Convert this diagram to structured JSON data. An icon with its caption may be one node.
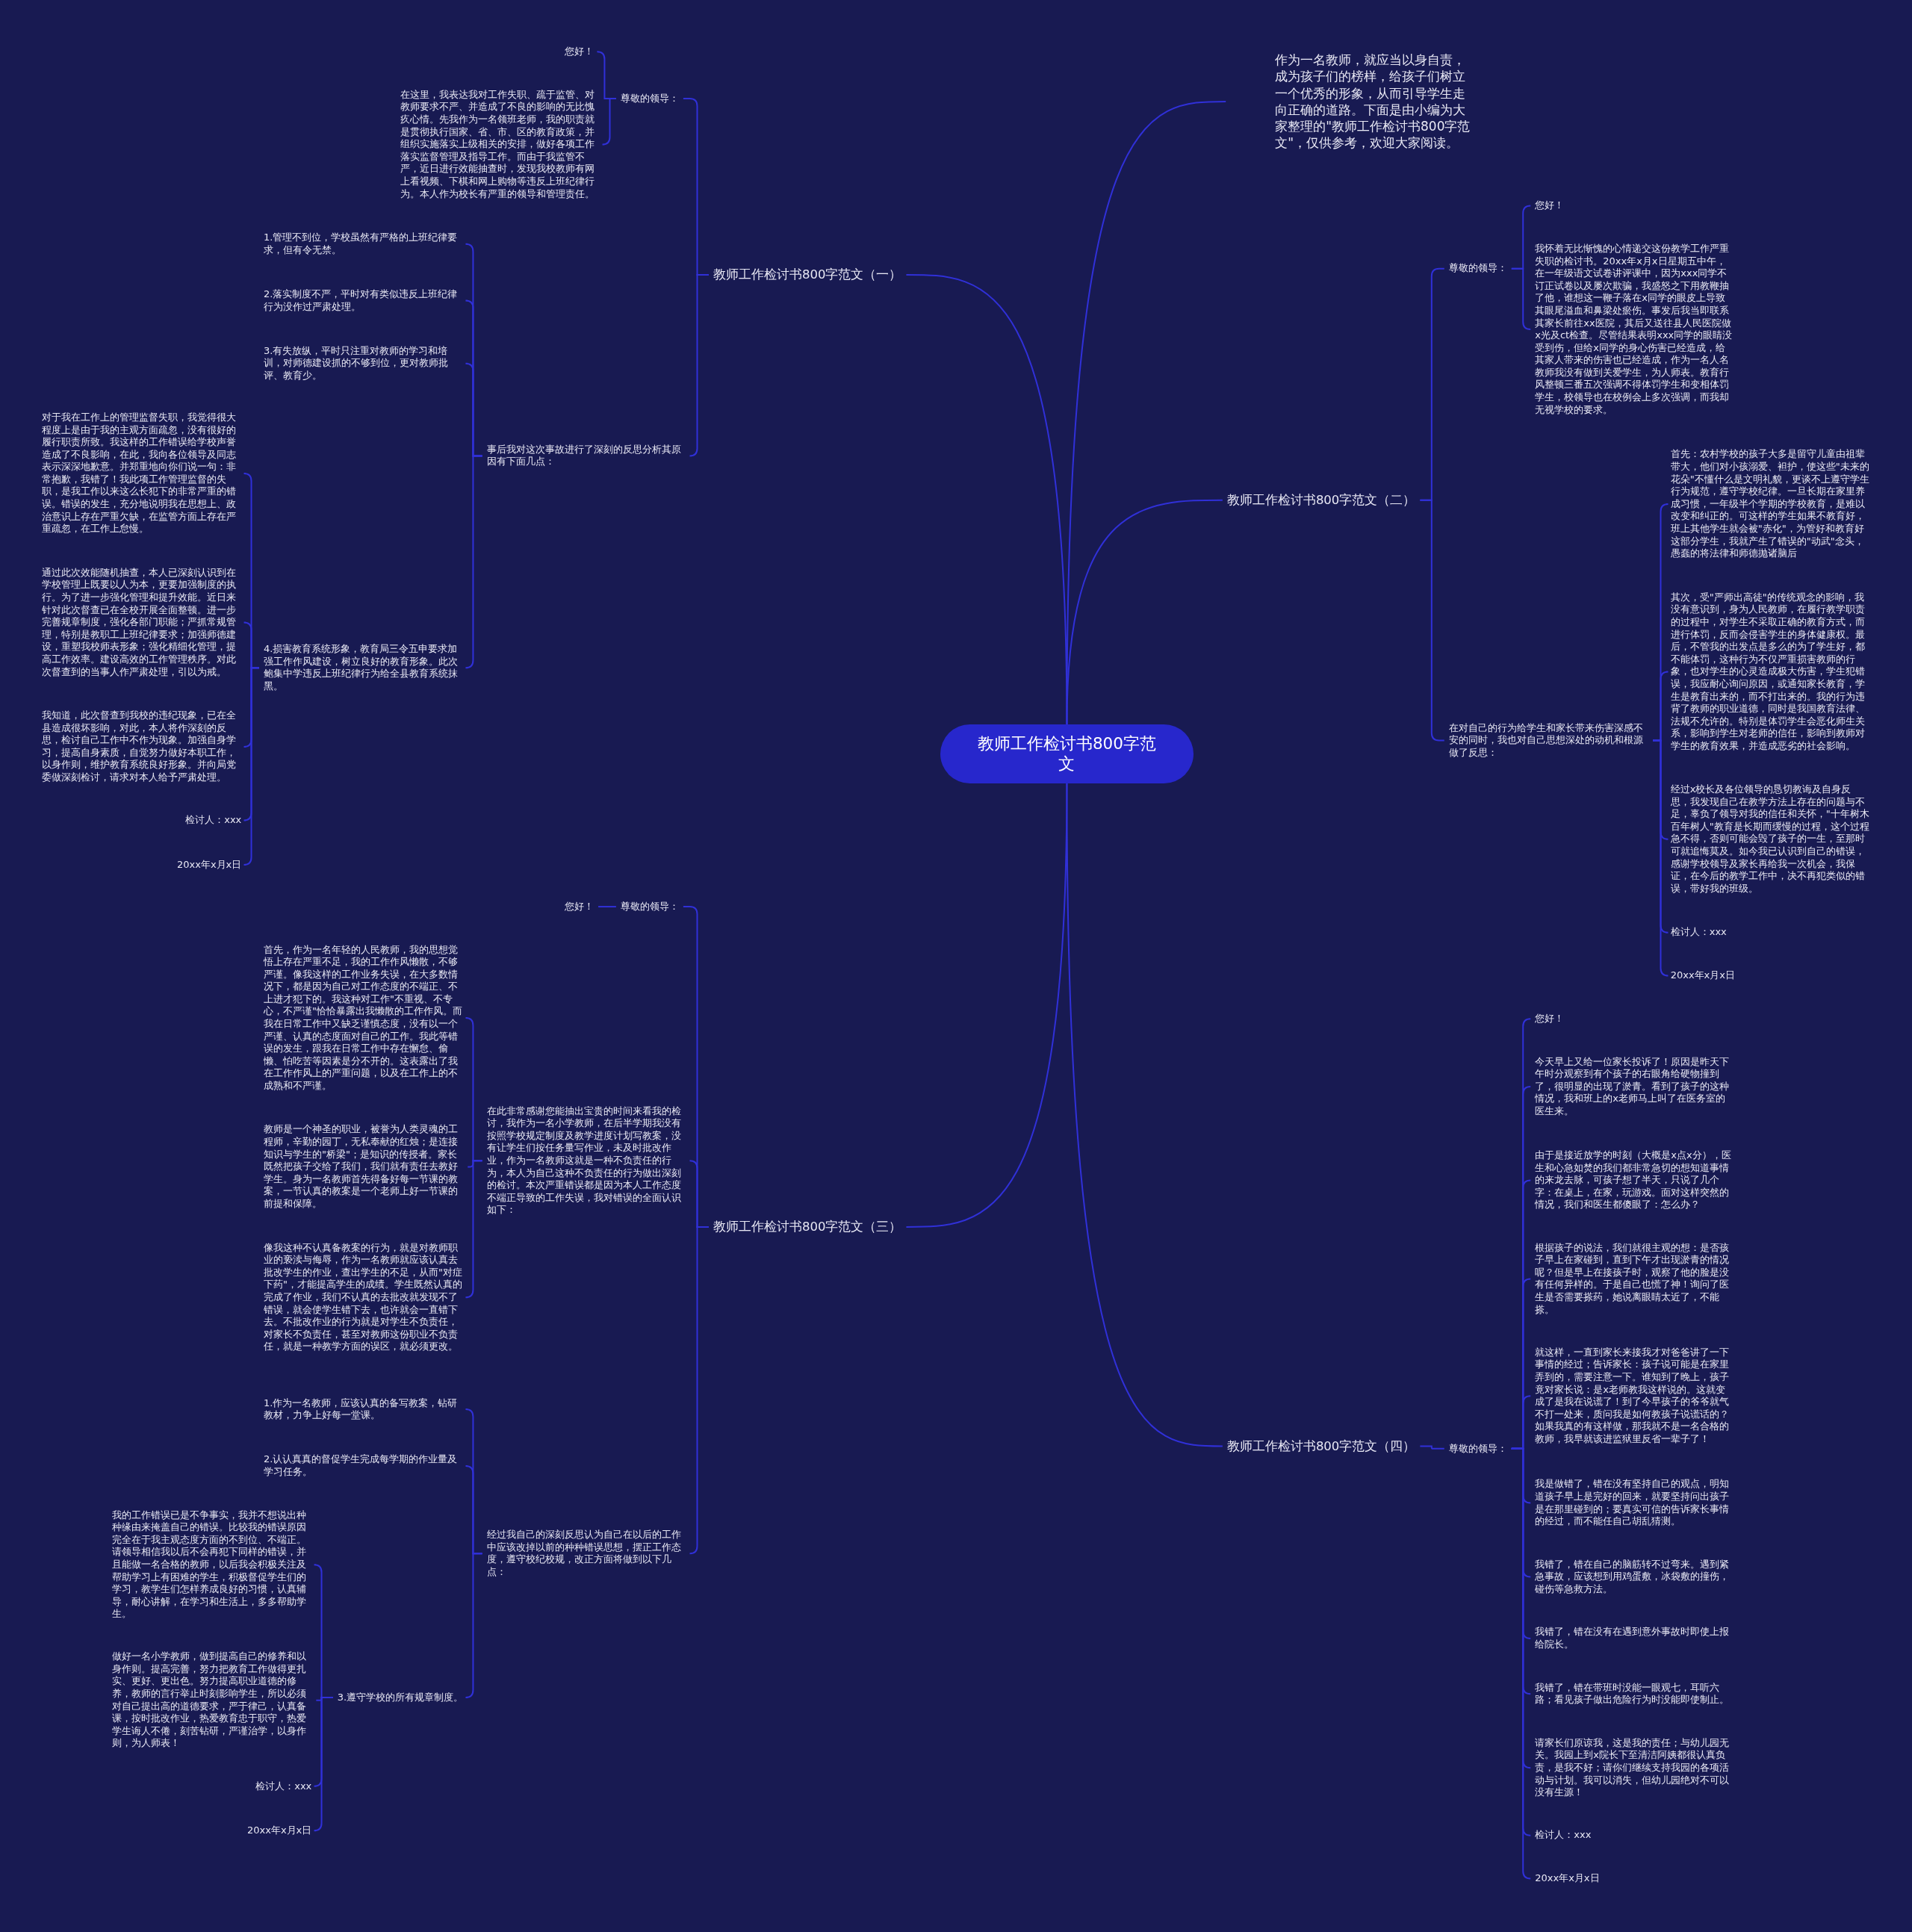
{
  "diagram": {
    "nodes": [
      {
        "text": [
          "教师工作检讨书800字范文"
        ]
      },
      {
        "text": [
          "作为一名教师，就应当以身自责，成为孩子们的榜样，给孩子们树立一个优秀的形象，从而引导学生走向正确的道路。下面是由小编为大家整理的\"教师工作检讨书800字范文\"，仅供参考，欢迎大家阅读。"
        ]
      },
      {
        "text": [
          "教师工作检讨书800字范文（一）"
        ]
      },
      {
        "text": [
          "尊敬的领导："
        ]
      },
      {
        "text": [
          "您好！"
        ]
      },
      {
        "text": [
          "在这里，我表达我对工作失职、疏于监管、对教师要求不严、并造成了不良的影响的无比愧疚心情。先我作为一名领班老师，我的职责就是贯彻执行国家、省、市、区的教育政策，并组织实施落实上级相关的安排，做好各项工作落实监督管理及指导工作。而由于我监管不严，近日进行效能抽查时，发现我校教师有网上看视频、下棋和网上购物等违反上班纪律行为。本人作为校长有严重的领导和管理责任。"
        ]
      },
      {
        "text": [
          "事后我对这次事故进行了深刻的反思分析其原因有下面几点："
        ]
      },
      {
        "text": [
          "1.管理不到位，学校虽然有严格的上班纪律要求，但有令无禁。"
        ]
      },
      {
        "text": [
          "2.落实制度不严，平时对有类似违反上班纪律行为没作过严肃处理。"
        ]
      },
      {
        "text": [
          "3.有失放纵，平时只注重对教师的学习和培训，对师德建设抓的不够到位，更对教师批评、教育少。"
        ]
      },
      {
        "text": [
          "4.损害教育系统形象，教育局三令五申要求加强工作作风建设，树立良好的教育形象。此次鲍集中学违反上班纪律行为给全县教育系统抹黑。"
        ]
      },
      {
        "text": [
          "对于我在工作上的管理监督失职，我觉得很大程度上是由于我的主观方面疏忽，没有很好的履行职责所致。我这样的工作错误给学校声誉造成了不良影响，在此，我向各位领导及同志表示深深地歉意。并郑重地向你们说一句：非常抱歉，我错了！我此项工作管理监督的失职，是我工作以来这么长犯下的非常严重的错误。错误的发生，充分地说明我在思想上、政治意识上存在严重欠缺，在监管方面上存在严重疏忽，在工作上怠慢。"
        ]
      },
      {
        "text": [
          "通过此次效能随机抽查，本人已深刻认识到在学校管理上既要以人为本，更要加强制度的执行。为了进一步强化管理和提升效能。近日来针对此次督查已在全校开展全面整顿。进一步完善规章制度，强化各部门职能；严抓常规管理，特别是教职工上班纪律要求；加强师德建设，重塑我校师表形象；强化精细化管理，提高工作效率。建设高效的工作管理秩序。对此次督查到的当事人作严肃处理，引以为戒。"
        ]
      },
      {
        "text": [
          "我知道，此次督查到我校的违纪现象，已在全县造成很坏影响，对此，本人将作深刻的反思，检讨自己工作中不作为现象。加强自身学习，提高自身素质，自觉努力做好本职工作，以身作则，维护教育系统良好形象。并向局党委做深刻检讨，请求对本人给予严肃处理。"
        ]
      },
      {
        "text": [
          "检讨人：xxx"
        ]
      },
      {
        "text": [
          "20xx年x月x日"
        ]
      },
      {
        "text": [
          "教师工作检讨书800字范文（三）"
        ]
      },
      {
        "text": [
          "尊敬的领导："
        ]
      },
      {
        "text": [
          "您好！"
        ]
      },
      {
        "text": [
          "在此非常感谢您能抽出宝贵的时间来看我的检讨，我作为一名小学教师，在后半学期我没有按照学校规定制度及教学进度计划写教案，没有让学生们按任务量写作业，未及时批改作业，作为一名教师这就是一种不负责任的行为，本人为自己这种不负责任的行为做出深刻的检讨。本次严重错误都是因为本人工作态度不端正导致的工作失误，我对错误的全面认识如下："
        ]
      },
      {
        "text": [
          "首先，作为一名年轻的人民教师，我的思想觉悟上存在严重不足，我的工作作风懒散，不够严谨。像我这样的工作业务失误，在大多数情况下，都是因为自己对工作态度的不端正、不上进才犯下的。我这种对工作\"不重视、不专心，不严谨\"恰恰暴露出我懒散的工作作风。而我在日常工作中又缺乏谨慎态度，没有以一个严谨、认真的态度面对自己的工作。我此等错误的发生，跟我在日常工作中存在懈怠、偷懒、怕吃苦等因素是分不开的。这表露出了我在工作作风上的严重问题，以及在工作上的不成熟和不严谨。"
        ]
      },
      {
        "text": [
          "教师是一个神圣的职业，被誉为人类灵魂的工程师，辛勤的园丁，无私奉献的红烛；是连接知识与学生的\"桥梁\"；是知识的传授者。家长既然把孩子交给了我们，我们就有责任去教好学生。身为一名教师首先得备好每一节课的教案，一节认真的教案是一个老师上好一节课的前提和保障。"
        ]
      },
      {
        "text": [
          "像我这种不认真备教案的行为，就是对教师职业的亵渎与侮辱，作为一名教师就应该认真去批改学生的作业，查出学生的不足，从而\"对症下药\"，才能提高学生的成绩。学生既然认真的完成了作业，我们不认真的去批改就发现不了错误，就会使学生错下去，也许就会一直错下去。不批改作业的行为就是对学生不负责任，对家长不负责任，甚至对教师这份职业不负责任，就是一种教学方面的误区，就必须更改。"
        ]
      },
      {
        "text": [
          "经过我自己的深刻反思认为自己在以后的工作中应该改掉以前的种种错误思想，摆正工作态度，遵守校纪校规，改正方面将做到以下几点："
        ]
      },
      {
        "text": [
          "1.作为一名教师，应该认真的备写教案，钻研教材，力争上好每一堂课。"
        ]
      },
      {
        "text": [
          "2.认认真真的督促学生完成每学期的作业量及学习任务。"
        ]
      },
      {
        "text": [
          "3.遵守学校的所有规章制度。"
        ]
      },
      {
        "text": [
          "我的工作错误已是不争事实，我并不想说出种种缘由来掩盖自己的错误。比较我的错误原因完全在于我主观态度方面的不到位、不端正。请领导相信我以后不会再犯下同样的错误，并且能做一名合格的教师，以后我会积极关注及帮助学习上有困难的学生，积极督促学生们的学习，教学生们怎样养成良好的习惯，认真辅导，耐心讲解，在学习和生活上，多多帮助学生。"
        ]
      },
      {
        "text": [
          "做好一名小学教师，做到提高自己的修养和以身作则。提高完善，努力把教育工作做得更扎实、更好、更出色。努力提高职业道德的修养，教师的言行举止时刻影响学生，所以必须对自己提出高的道德要求，严于律己，认真备课，按时批改作业，热爱教育忠于职守，热爱学生诲人不倦，刻苦钻研，严谨治学，以身作则，为人师表！"
        ]
      },
      {
        "text": [
          "检讨人：xxx"
        ]
      },
      {
        "text": [
          "20xx年x月x日"
        ]
      },
      {
        "text": [
          "教师工作检讨书800字范文（二）"
        ]
      },
      {
        "text": [
          "尊敬的领导："
        ]
      },
      {
        "text": [
          "您好！"
        ]
      },
      {
        "text": [
          "我怀着无比惭愧的心情递交这份教学工作严重失职的检讨书。20xx年x月x日星期五中午，在一年级语文试卷讲评课中，因为xxx同学不订正试卷以及屡次欺骗，我盛怒之下用教鞭抽了他，谁想这一鞭子落在x同学的眼皮上导致其眼尾溢血和鼻梁处瘀伤。事发后我当即联系其家长前往xx医院，其后又送往县人民医院做x光及ct检查。尽管结果表明xxx同学的眼睛没受到伤，但给x同学的身心伤害已经造成，给其家人带来的伤害也已经造成，作为一名人名教师我没有做到关爱学生，为人师表。教育行风整顿三番五次强调不得体罚学生和变相体罚学生，校领导也在校例会上多次强调，而我却无视学校的要求。"
        ]
      },
      {
        "text": [
          "在对自己的行为给学生和家长带来伤害深感不安的同时，我也对自己思想深处的动机和根源做了反思："
        ]
      },
      {
        "text": [
          "首先：农村学校的孩子大多是留守儿童由祖辈带大，他们对小孩溺爱、袒护，使这些\"未来的花朵\"不懂什么是文明礼貌，更谈不上遵守学生行为规范，遵守学校纪律。一旦长期在家里养成习惯，一年级半个学期的学校教育，是难以改变和纠正的。可这样的学生如果不教育好，班上其他学生就会被\"赤化\"，为管好和教育好这部分学生，我就产生了错误的\"动武\"念头，愚蠢的将法律和师德抛诸脑后"
        ]
      },
      {
        "text": [
          "其次，受\"严师出高徒\"的传统观念的影响，我没有意识到，身为人民教师，在履行教学职责的过程中，对学生不采取正确的教育方式，而进行体罚，反而会侵害学生的身体健康权。最后，不管我的出发点是多么的为了学生好，都不能体罚，这种行为不仅严重损害教师的行象，也对学生的心灵造成极大伤害，学生犯错误，我应耐心询问原因，或通知家长教育，学生是教育出来的，而不打出来的。我的行为违背了教师的职业道德，同时是我国教育法律、法规不允许的。特别是体罚学生会恶化师生关系，影响到学生对老师的信任，影响到教师对学生的教育效果，并造成恶劣的社会影响。"
        ]
      },
      {
        "text": [
          "经过x校长及各位领导的恳切教诲及自身反思，我发现自己在教学方法上存在的问题与不足，辜负了领导对我的信任和关怀，\"十年树木百年树人\"教育是长期而缓慢的过程，这个过程急不得，否则可能会毁了孩子的一生，至那时可就追悔莫及。如今我已认识到自己的错误，感谢学校领导及家长再给我一次机会，我保证，在今后的教学工作中，决不再犯类似的错误，带好我的班级。"
        ]
      },
      {
        "text": [
          "检讨人：xxx"
        ]
      },
      {
        "text": [
          "20xx年x月x日"
        ]
      },
      {
        "text": [
          "教师工作检讨书800字范文（四）"
        ]
      },
      {
        "text": [
          "尊敬的领导："
        ]
      },
      {
        "text": [
          "您好！"
        ]
      },
      {
        "text": [
          "今天早上又给一位家长投诉了！原因是昨天下午时分观察到有个孩子的右眼角给硬物撞到了，很明显的出现了淤青。看到了孩子的这种情况，我和班上的x老师马上叫了在医务室的医生来。"
        ]
      },
      {
        "text": [
          "由于是接近放学的时刻（大概是x点x分），医生和心急如焚的我们都非常急切的想知道事情的来龙去脉，可孩子想了半天，只说了几个字：在桌上，在家，玩游戏。面对这样突然的情况，我们和医生都傻眼了：怎么办？"
        ]
      },
      {
        "text": [
          "根据孩子的说法，我们就很主观的想：是否孩子早上在家碰到，直到下午才出现淤青的情况呢？但是早上在接孩子时，观察了他的脸是没有任何异样的。于是自己也慌了神！询问了医生是否需要搽药，她说离眼睛太近了，不能搽。"
        ]
      },
      {
        "text": [
          "就这样，一直到家长来接我才对爸爸讲了一下事情的经过；告诉家长：孩子说可能是在家里弄到的，需要注意一下。谁知到了晚上，孩子竟对家长说：是x老师教我这样说的。这就变成了是我在说谎了！到了今早孩子的爷爷就气不打一处来，质问我是如何教孩子说谎话的？如果我真的有这样做，那我就不是一名合格的教师，我早就该进监狱里反省一辈子了！"
        ]
      },
      {
        "text": [
          "我是做错了，错在没有坚持自己的观点，明知道孩子早上是完好的回来，就要坚持问出孩子是在那里碰到的；要真实可信的告诉家长事情的经过，而不能任自己胡乱猜测。"
        ]
      },
      {
        "text": [
          "我错了，错在自己的脑筋转不过弯来。遇到紧急事故，应该想到用鸡蛋敷，冰袋敷的撞伤，碰伤等急救方法。"
        ]
      },
      {
        "text": [
          "我错了，错在没有在遇到意外事故时即使上报给院长。"
        ]
      },
      {
        "text": [
          "我错了，错在带班时没能一眼观七，耳听六路；看见孩子做出危险行为时没能即使制止。"
        ]
      },
      {
        "text": [
          "请家长们原谅我，这是我的责任；与幼儿园无关。我园上到x院长下至清洁阿姨都很认真负责，是我不好；请你们继续支持我园的各项活动与计划。我可以消失，但幼儿园绝对不可以没有生源！"
        ]
      },
      {
        "text": [
          "检讨人：xxx"
        ]
      },
      {
        "text": [
          "20xx年x月x日"
        ]
      }
    ],
    "edges": [
      {
        "from": 0,
        "to": 1,
        "arrow": "none"
      },
      {
        "from": 0,
        "to": 2,
        "arrow": "none"
      },
      {
        "from": 0,
        "to": 16,
        "arrow": "none"
      },
      {
        "from": 0,
        "to": 31,
        "arrow": "none"
      },
      {
        "from": 0,
        "to": 41,
        "arrow": "none"
      },
      {
        "from": 2,
        "to": 3,
        "arrow": "none"
      },
      {
        "from": 3,
        "to": 4,
        "arrow": "none"
      },
      {
        "from": 3,
        "to": 5,
        "arrow": "none"
      },
      {
        "from": 2,
        "to": 6,
        "arrow": "none"
      },
      {
        "from": 6,
        "to": 7,
        "arrow": "none"
      },
      {
        "from": 6,
        "to": 8,
        "arrow": "none"
      },
      {
        "from": 6,
        "to": 9,
        "arrow": "none"
      },
      {
        "from": 6,
        "to": 10,
        "arrow": "none"
      },
      {
        "from": 10,
        "to": 11,
        "arrow": "none"
      },
      {
        "from": 10,
        "to": 12,
        "arrow": "none"
      },
      {
        "from": 10,
        "to": 13,
        "arrow": "none"
      },
      {
        "from": 10,
        "to": 14,
        "arrow": "none"
      },
      {
        "from": 10,
        "to": 15,
        "arrow": "none"
      },
      {
        "from": 16,
        "to": 17,
        "arrow": "none"
      },
      {
        "from": 17,
        "to": 18,
        "arrow": "none"
      },
      {
        "from": 16,
        "to": 19,
        "arrow": "none"
      },
      {
        "from": 19,
        "to": 20,
        "arrow": "none"
      },
      {
        "from": 19,
        "to": 21,
        "arrow": "none"
      },
      {
        "from": 19,
        "to": 22,
        "arrow": "none"
      },
      {
        "from": 16,
        "to": 23,
        "arrow": "none"
      },
      {
        "from": 23,
        "to": 24,
        "arrow": "none"
      },
      {
        "from": 23,
        "to": 25,
        "arrow": "none"
      },
      {
        "from": 23,
        "to": 26,
        "arrow": "none"
      },
      {
        "from": 26,
        "to": 27,
        "arrow": "none"
      },
      {
        "from": 26,
        "to": 28,
        "arrow": "none"
      },
      {
        "from": 26,
        "to": 29,
        "arrow": "none"
      },
      {
        "from": 26,
        "to": 30,
        "arrow": "none"
      },
      {
        "from": 31,
        "to": 32,
        "arrow": "none"
      },
      {
        "from": 32,
        "to": 33,
        "arrow": "none"
      },
      {
        "from": 32,
        "to": 34,
        "arrow": "none"
      },
      {
        "from": 31,
        "to": 35,
        "arrow": "none"
      },
      {
        "from": 35,
        "to": 36,
        "arrow": "none"
      },
      {
        "from": 35,
        "to": 37,
        "arrow": "none"
      },
      {
        "from": 35,
        "to": 38,
        "arrow": "none"
      },
      {
        "from": 35,
        "to": 39,
        "arrow": "none"
      },
      {
        "from": 35,
        "to": 40,
        "arrow": "none"
      },
      {
        "from": 41,
        "to": 42,
        "arrow": "none"
      },
      {
        "from": 42,
        "to": 43,
        "arrow": "none"
      },
      {
        "from": 42,
        "to": 44,
        "arrow": "none"
      },
      {
        "from": 42,
        "to": 45,
        "arrow": "none"
      },
      {
        "from": 42,
        "to": 46,
        "arrow": "none"
      },
      {
        "from": 42,
        "to": 47,
        "arrow": "none"
      },
      {
        "from": 42,
        "to": 48,
        "arrow": "none"
      },
      {
        "from": 42,
        "to": 49,
        "arrow": "none"
      },
      {
        "from": 42,
        "to": 50,
        "arrow": "none"
      },
      {
        "from": 42,
        "to": 51,
        "arrow": "none"
      },
      {
        "from": 42,
        "to": 52,
        "arrow": "none"
      },
      {
        "from": 42,
        "to": 53,
        "arrow": "none"
      },
      {
        "from": 42,
        "to": 54,
        "arrow": "none"
      }
    ]
  }
}
